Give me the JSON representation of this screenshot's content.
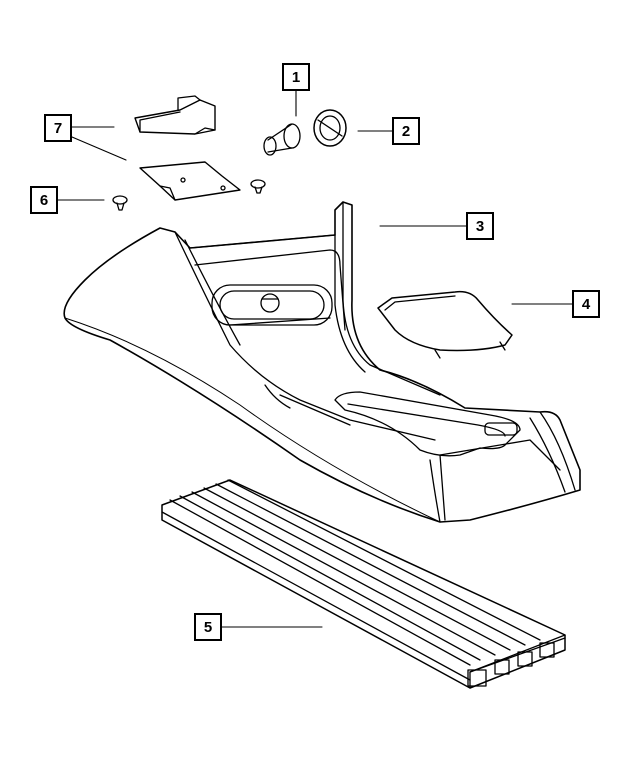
{
  "diagram": {
    "line_color": "#000000",
    "background": "#ffffff",
    "callouts": [
      {
        "id": "1",
        "label": "1",
        "part": "cup-holder-insert"
      },
      {
        "id": "2",
        "label": "2",
        "part": "knob"
      },
      {
        "id": "3",
        "label": "3",
        "part": "console-bezel"
      },
      {
        "id": "4",
        "label": "4",
        "part": "trim-panel"
      },
      {
        "id": "5",
        "label": "5",
        "part": "mat"
      },
      {
        "id": "6",
        "label": "6",
        "part": "push-pin-fastener"
      },
      {
        "id": "7",
        "label": "7",
        "part": "module-and-bracket"
      }
    ]
  }
}
